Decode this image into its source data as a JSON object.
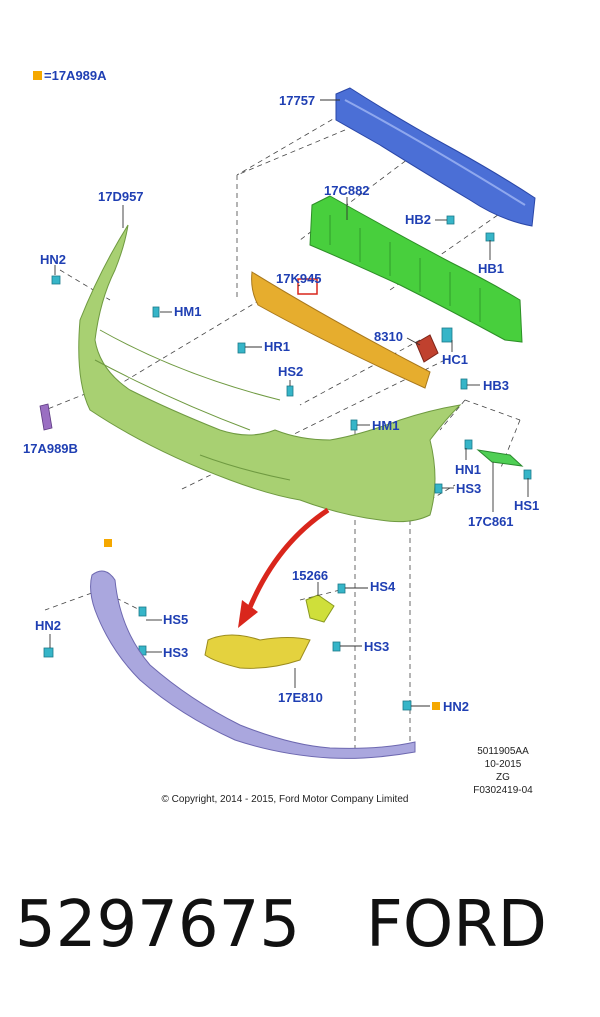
{
  "legend": {
    "text": "=17A989A",
    "marker_color": "#f5a800"
  },
  "colors": {
    "label": "#1f3fb3",
    "reinforcement_blue": "#3f63d3",
    "absorber_green": "#44cc3a",
    "bumper_green": "#a7cf71",
    "lower_lavender": "#a9a6dc",
    "yellow_part": "#e3ce3b",
    "orange_part": "#e8a62a",
    "arrow_red": "#d9261c",
    "clip_cyan": "#35b6c9"
  },
  "labels": {
    "l17757": "17757",
    "l17C882": "17C882",
    "lHB2": "HB2",
    "lHB1": "HB1",
    "l17D957": "17D957",
    "lHN2_top": "HN2",
    "l17K945": "17K945",
    "lHM1_a": "HM1",
    "l8310": "8310",
    "lHC1": "HC1",
    "lHR1": "HR1",
    "lHS2": "HS2",
    "lHB3": "HB3",
    "lHM1_b": "HM1",
    "l17A989B": "17A989B",
    "lHN1": "HN1",
    "lHS3_right": "HS3",
    "lHS1": "HS1",
    "l17C861": "17C861",
    "l15266": "15266",
    "lHS4": "HS4",
    "lHN2_left": "HN2",
    "lHS5": "HS5",
    "lHS3_left": "HS3",
    "lHS3_mid": "HS3",
    "l17E810": "17E810",
    "lHN2_bottom": "HN2"
  },
  "meta": {
    "code": "5011905AA",
    "date": "10-2015",
    "zone": "ZG",
    "figure": "F0302419-04"
  },
  "copyright": "© Copyright, 2014 - 2015, Ford Motor Company Limited",
  "part_number": "5297675",
  "brand": "FORD"
}
